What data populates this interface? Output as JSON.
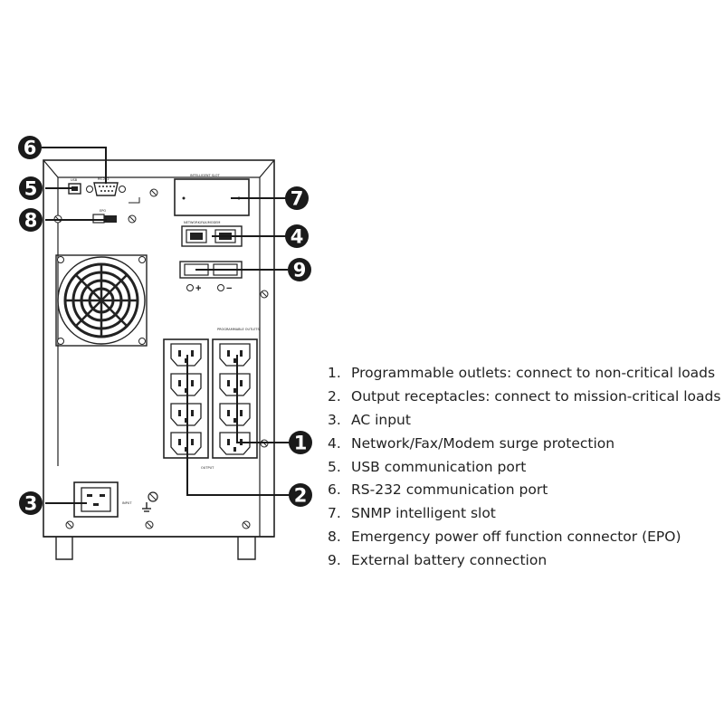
{
  "callouts": [
    {
      "number": "1"
    },
    {
      "number": "2"
    },
    {
      "number": "3"
    },
    {
      "number": "4"
    },
    {
      "number": "5"
    },
    {
      "number": "6"
    },
    {
      "number": "7"
    },
    {
      "number": "8"
    },
    {
      "number": "9"
    }
  ],
  "legend": [
    {
      "number": "1.",
      "text": "Programmable outlets: connect to non-critical loads"
    },
    {
      "number": "2.",
      "text": "Output receptacles: connect to mission-critical loads"
    },
    {
      "number": "3.",
      "text": "AC input"
    },
    {
      "number": "4.",
      "text": "Network/Fax/Modem surge protection"
    },
    {
      "number": "5.",
      "text": "USB communication port"
    },
    {
      "number": "6.",
      "text": "RS-232 communication port"
    },
    {
      "number": "7.",
      "text": "SNMP intelligent slot"
    },
    {
      "number": "8.",
      "text": "Emergency power off function connector (EPO)"
    },
    {
      "number": "9.",
      "text": "External battery connection"
    }
  ],
  "panel_labels": {
    "usb": "USB",
    "rs232": "RS-232",
    "epo": "EPO",
    "snmp": "INTELLIGENT SLOT",
    "surge": "NETWORK/FAX/MODEM",
    "battery_pos": "+",
    "battery_neg": "−",
    "programmable": "PROGRAMMABLE OUTLETS",
    "output": "OUTPUT",
    "input": "INPUT"
  },
  "colors": {
    "line": "#222222",
    "callout_fill": "#1a1a1a",
    "callout_text": "#ffffff",
    "panel_fill": "#ffffff"
  }
}
